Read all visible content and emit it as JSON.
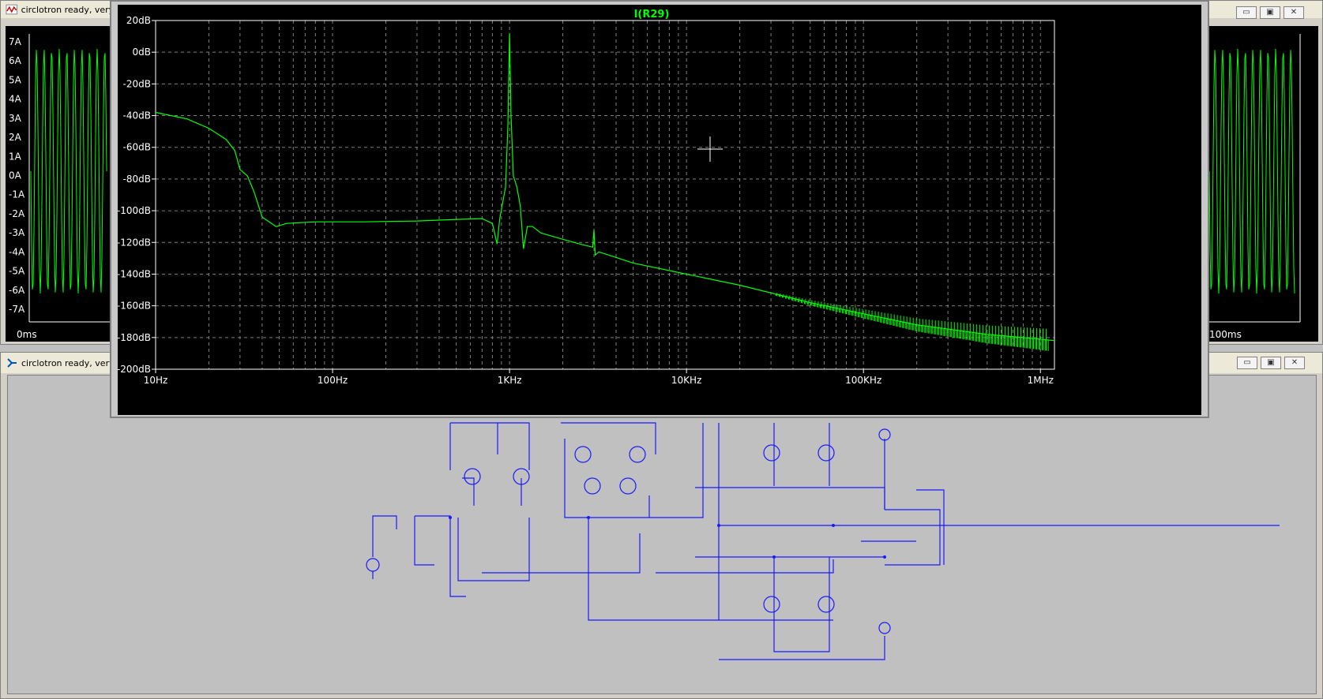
{
  "windows": {
    "top_left": {
      "title": "circlotron ready, very",
      "y_ticks": [
        "7A",
        "6A",
        "5A",
        "4A",
        "3A",
        "2A",
        "1A",
        "0A",
        "-1A",
        "-2A",
        "-3A",
        "-4A",
        "-5A",
        "-6A",
        "-7A"
      ],
      "x_start_label": "0ms"
    },
    "top_right": {
      "x_end_label": "100ms"
    },
    "schematic": {
      "title": "circlotron ready, very"
    },
    "fft": {
      "trace_name": "I(R29)",
      "trace_color": "#00ff00"
    }
  },
  "window_buttons": {
    "minimize": "▭",
    "maximize": "▣",
    "close": "✕"
  },
  "chart_data": {
    "type": "line",
    "title": "I(R29)",
    "xscale": "log",
    "x_ticks": [
      "10Hz",
      "100Hz",
      "1KHz",
      "10KHz",
      "100KHz",
      "1MHz"
    ],
    "y_ticks": [
      "20dB",
      "0dB",
      "-20dB",
      "-40dB",
      "-60dB",
      "-80dB",
      "-100dB",
      "-120dB",
      "-140dB",
      "-160dB",
      "-180dB",
      "-200dB"
    ],
    "xlim": [
      10,
      1200000
    ],
    "ylim": [
      -200,
      20
    ],
    "grid": true,
    "series": [
      {
        "name": "I(R29)",
        "color": "#00ff00",
        "points": [
          [
            10,
            -38
          ],
          [
            15,
            -42
          ],
          [
            20,
            -48
          ],
          [
            25,
            -55
          ],
          [
            28,
            -62
          ],
          [
            30,
            -74
          ],
          [
            33,
            -78
          ],
          [
            36,
            -88
          ],
          [
            40,
            -104
          ],
          [
            48,
            -110
          ],
          [
            55,
            -108
          ],
          [
            80,
            -107
          ],
          [
            150,
            -107
          ],
          [
            300,
            -106.5
          ],
          [
            500,
            -105.5
          ],
          [
            700,
            -105
          ],
          [
            800,
            -108
          ],
          [
            850,
            -121
          ],
          [
            880,
            -105
          ],
          [
            950,
            -85
          ],
          [
            980,
            -45
          ],
          [
            1000,
            12
          ],
          [
            1020,
            -40
          ],
          [
            1050,
            -78
          ],
          [
            1100,
            -85
          ],
          [
            1150,
            -97
          ],
          [
            1200,
            -124
          ],
          [
            1260,
            -110
          ],
          [
            1350,
            -110
          ],
          [
            1500,
            -114
          ],
          [
            2000,
            -118
          ],
          [
            2500,
            -121
          ],
          [
            2950,
            -123
          ],
          [
            3000,
            -112
          ],
          [
            3050,
            -128
          ],
          [
            3200,
            -126
          ],
          [
            5000,
            -133
          ],
          [
            10000,
            -140
          ],
          [
            20000,
            -147
          ],
          [
            50000,
            -158
          ],
          [
            100000,
            -165
          ],
          [
            200000,
            -172
          ],
          [
            500000,
            -178
          ],
          [
            1000000,
            -181
          ],
          [
            1200000,
            -182
          ]
        ]
      }
    ]
  }
}
